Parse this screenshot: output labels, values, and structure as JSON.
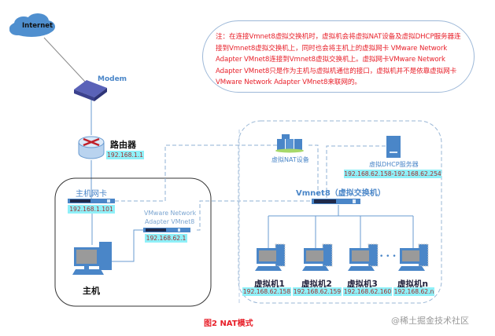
{
  "note": {
    "text": "注：在连接Vmnet8虚拟交换机时，虚拟机会将虚拟NAT设备及虚拟DHCP服务器连接到Vmnet8虚拟交换机上，同时也会将主机上的虚拟网卡 VMware Network Adapter VMnet8连接到Vmnet8虚拟交换机上。虚拟网卡VMware Network Adapter VMnet8只是作为主机与虚拟机通信的接口，虚拟机并不是依靠虚拟网卡VMware Network Adapter VMnet8来联网的。"
  },
  "nodes": {
    "internet": {
      "label": "Internet"
    },
    "modem": {
      "label": "Modem"
    },
    "router": {
      "label": "路由器",
      "ip": "192.168.1.1"
    },
    "host_nic": {
      "label": "主机网卡",
      "ip": "192.168.1.101"
    },
    "vmnet8_adapter": {
      "label_line1": "VMware Network",
      "label_line2": "Adapter VMnet8",
      "ip": "192.168.62.1"
    },
    "host": {
      "label": "主机"
    },
    "nat_device": {
      "label": "虚拟NAT设备"
    },
    "dhcp_server": {
      "label": "虚拟DHCP服务器",
      "ip_range": "192.168.62.158-192.168.62.254"
    },
    "vmnet8_switch": {
      "label": "Vmnet8（虚拟交换机）"
    },
    "vms": [
      {
        "label": "虚拟机1",
        "ip": "192.168.62.158"
      },
      {
        "label": "虚拟机2",
        "ip": "192.168.62.159"
      },
      {
        "label": "虚拟机3",
        "ip": "192.168.62.160"
      },
      {
        "label": "虚拟机n",
        "ip": "192.168.62.n"
      }
    ],
    "ellipsis": "• • •"
  },
  "caption": "图2  NAT模式",
  "watermark": "@稀土掘金技术社区",
  "colors": {
    "accent_blue": "#4a86c8",
    "note_red": "#e8202a",
    "ip_bg": "#8ff0f8",
    "ip_text": "#a03030"
  }
}
